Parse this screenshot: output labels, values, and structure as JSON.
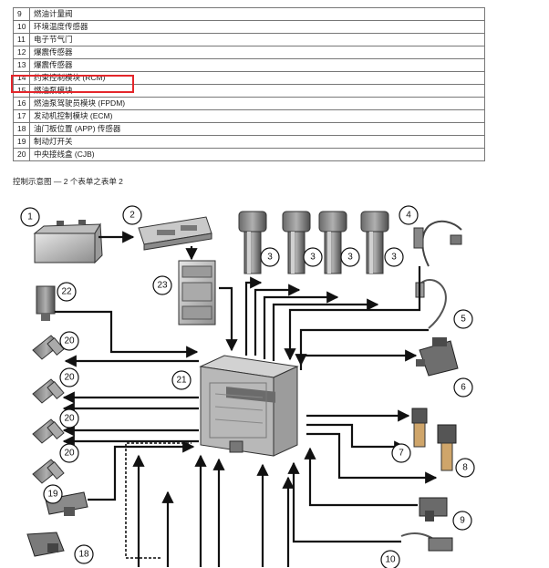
{
  "table": {
    "rows": [
      {
        "num": "9",
        "label": "燃油计量阀"
      },
      {
        "num": "10",
        "label": "环境温度传感器"
      },
      {
        "num": "11",
        "label": "电子节气门"
      },
      {
        "num": "12",
        "label": "爆震传感器"
      },
      {
        "num": "13",
        "label": "爆震传感器"
      },
      {
        "num": "14",
        "label": "约束控制模块 (RCM)"
      },
      {
        "num": "15",
        "label": "燃油泵模块"
      },
      {
        "num": "16",
        "label": "燃油泵驾驶员模块 (FPDM)"
      },
      {
        "num": "17",
        "label": "发动机控制模块 (ECM)"
      },
      {
        "num": "18",
        "label": "油门板位置 (APP) 传感器"
      },
      {
        "num": "19",
        "label": "制动灯开关"
      },
      {
        "num": "20",
        "label": "中央接线盒 (CJB)"
      }
    ],
    "highlight_color": "#e4262b"
  },
  "caption": "控制示意图 — 2 个表单之表单 2",
  "diagram": {
    "callouts": {
      "battery": "1",
      "module_top": "2",
      "coil_1": "3",
      "coil_2": "3",
      "coil_3": "3",
      "coil_4": "3",
      "sensor_4": "4",
      "sensor_5": "5",
      "valve_6": "6",
      "solenoid_7": "7",
      "solenoid_8": "8",
      "sensor_9": "9",
      "sensor_10": "10",
      "sensor_18": "18",
      "sensor_19": "19",
      "injector_1": "20",
      "injector_2": "20",
      "injector_3": "20",
      "injector_4": "20",
      "ecm": "21",
      "sensor_22": "22",
      "fusebox": "23"
    }
  }
}
